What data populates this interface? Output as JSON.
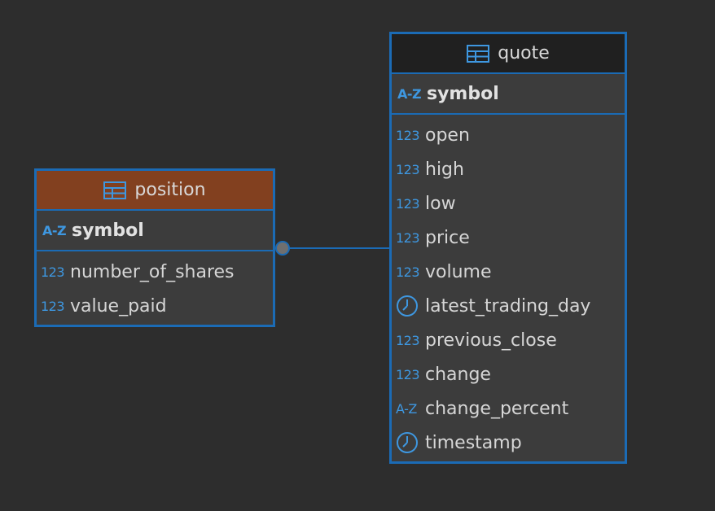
{
  "colors": {
    "background": "#2d2d2d",
    "border": "#1b6bb5",
    "icon": "#3e97e0",
    "position_header": "#82401f",
    "quote_header": "#202020",
    "body": "#3c3c3c"
  },
  "position": {
    "title": "position",
    "icon": "table-icon",
    "key": {
      "type": "A-Z",
      "name": "symbol"
    },
    "attributes": [
      {
        "type": "123",
        "name": "number_of_shares"
      },
      {
        "type": "123",
        "name": "value_paid"
      }
    ]
  },
  "quote": {
    "title": "quote",
    "icon": "table-icon",
    "key": {
      "type": "A-Z",
      "name": "symbol"
    },
    "attributes": [
      {
        "type": "123",
        "name": "open"
      },
      {
        "type": "123",
        "name": "high"
      },
      {
        "type": "123",
        "name": "low"
      },
      {
        "type": "123",
        "name": "price"
      },
      {
        "type": "123",
        "name": "volume"
      },
      {
        "type": "clock",
        "name": "latest_trading_day"
      },
      {
        "type": "123",
        "name": "previous_close"
      },
      {
        "type": "123",
        "name": "change"
      },
      {
        "type": "A-Z",
        "name": "change_percent"
      },
      {
        "type": "clock",
        "name": "timestamp"
      }
    ]
  }
}
